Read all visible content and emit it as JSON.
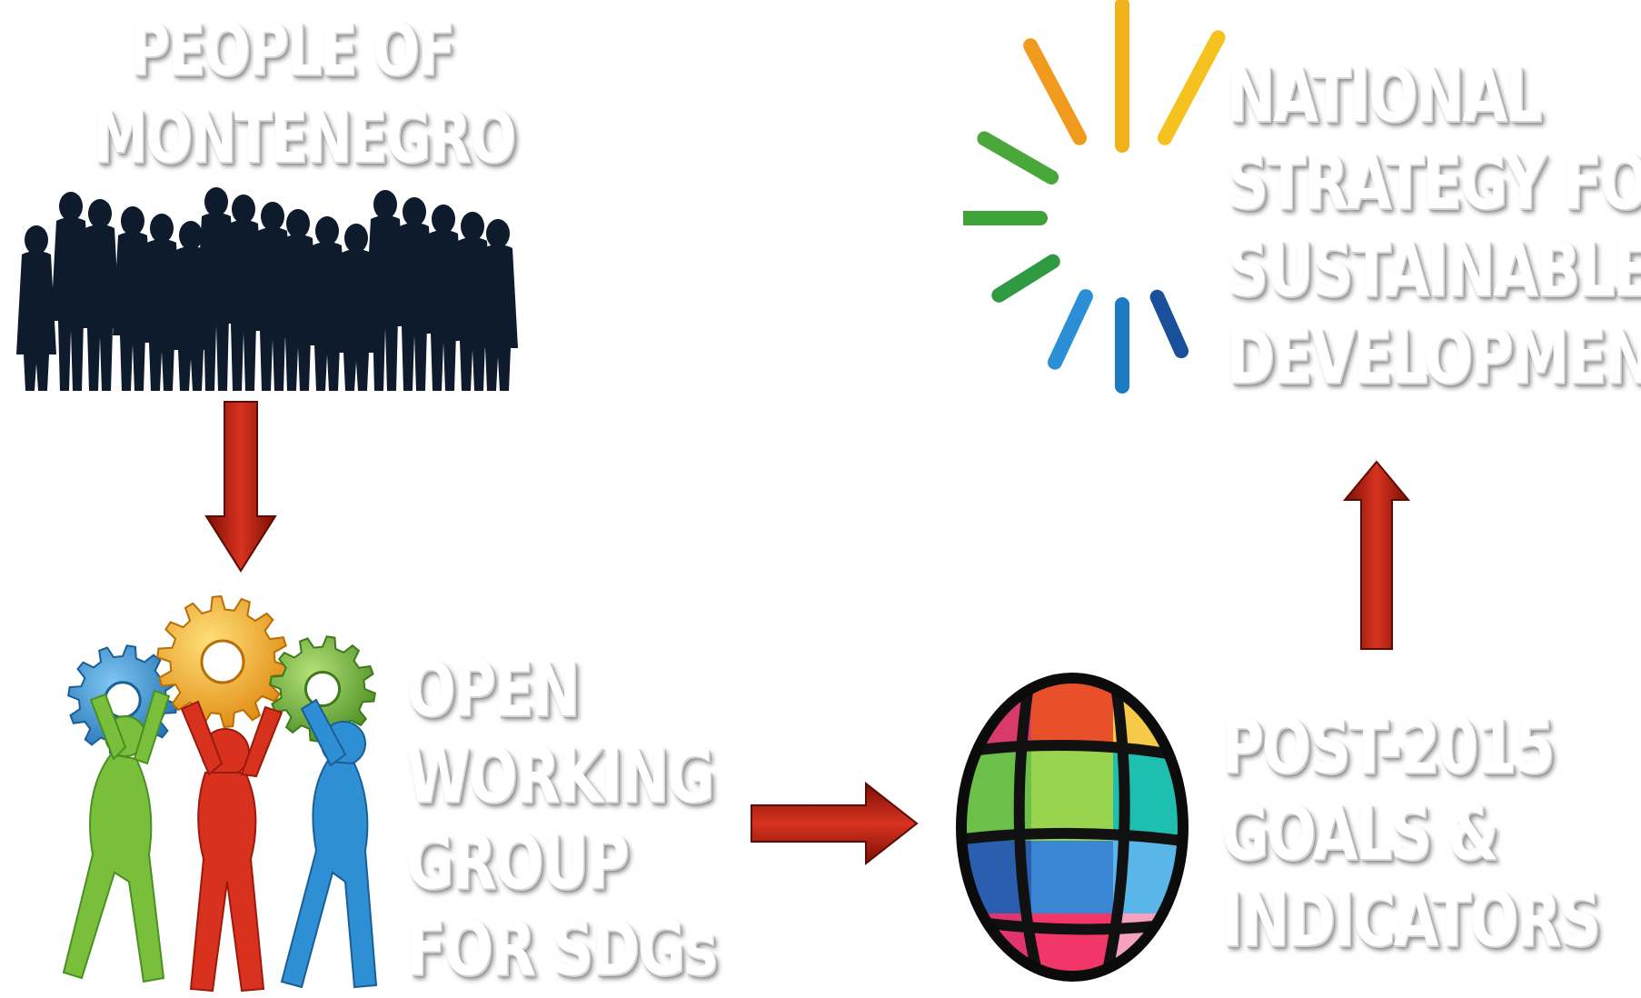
{
  "nodes": {
    "people": {
      "label_lines": [
        "PEOPLE OF",
        "MONTENEGRO"
      ],
      "icon": "people-silhouette-icon"
    },
    "national_strategy": {
      "label_lines": [
        "NATIONAL",
        "STRATEGY FOR",
        "SUSTAINABLE",
        "DEVELOPMENT"
      ],
      "icon": "sunburst-logo-icon"
    },
    "open_working_group": {
      "label_lines": [
        "OPEN",
        "WORKING",
        "GROUP",
        "FOR SDGs"
      ],
      "icon": "gears-teamwork-icon"
    },
    "post_2015": {
      "label_lines": [
        "POST-2015",
        "GOALS &",
        "INDICATORS"
      ],
      "icon": "globe-logo-icon"
    }
  },
  "flow": [
    {
      "from": "people",
      "to": "open_working_group",
      "direction": "down"
    },
    {
      "from": "open_working_group",
      "to": "post_2015",
      "direction": "right"
    },
    {
      "from": "post_2015",
      "to": "national_strategy",
      "direction": "up"
    }
  ],
  "colors": {
    "arrow": "#b81e0c",
    "arrow_dark": "#7a0f05",
    "silhouette": "#0e1b2c",
    "gear_blue": "#2f8fd4",
    "gear_yellow": "#f2b21a",
    "gear_green": "#6fb23a",
    "figure_red": "#d8321f"
  }
}
